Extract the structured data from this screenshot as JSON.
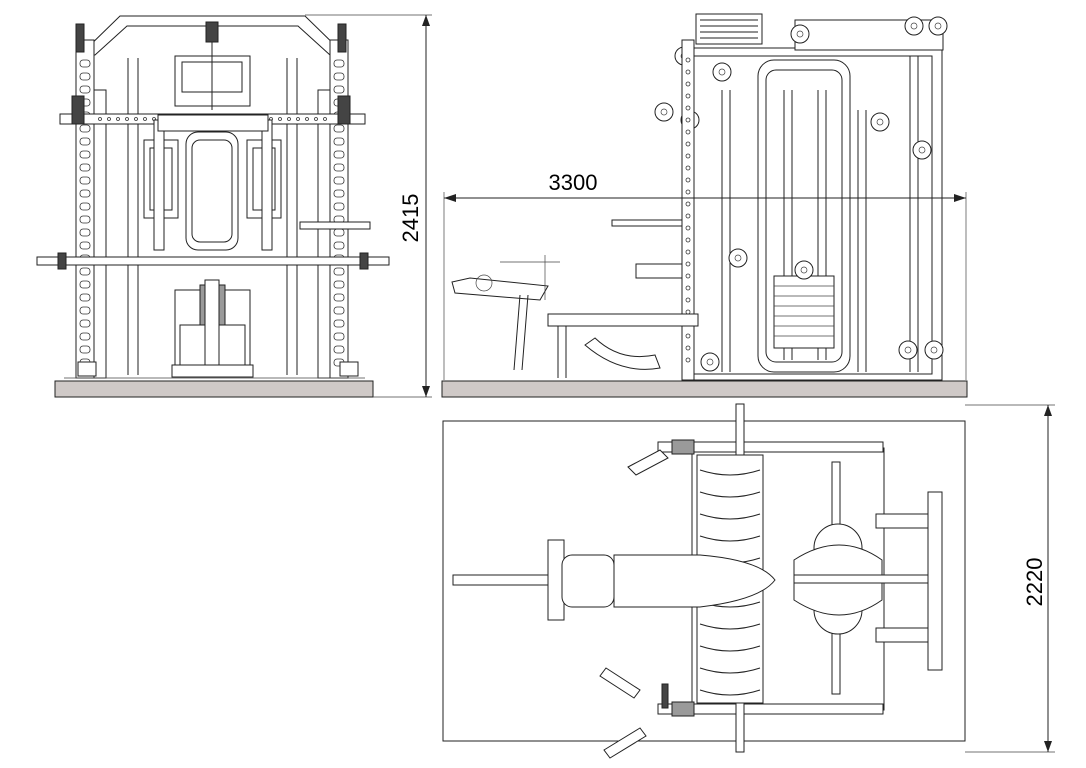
{
  "dimensions": {
    "height": "2415",
    "length": "3300",
    "width": "2220"
  },
  "views": {
    "front": "front-view",
    "side": "side-view",
    "top": "top-view"
  },
  "colors": {
    "line": "#222222",
    "base_plate": "#cfc9c7",
    "background": "#ffffff"
  }
}
